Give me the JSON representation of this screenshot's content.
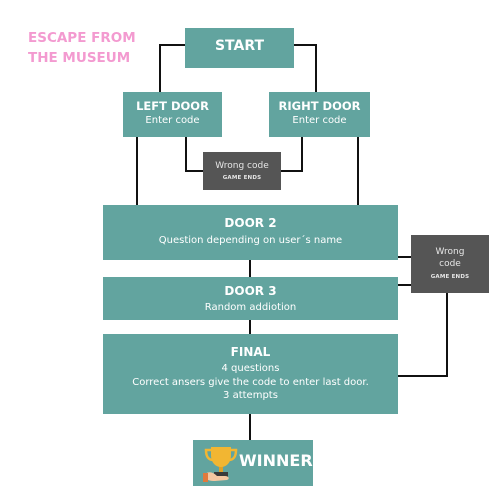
{
  "title": {
    "line1": "ESCAPE FROM",
    "line2": "THE MUSEUM"
  },
  "nodes": {
    "start": {
      "label": "START"
    },
    "left_door": {
      "label": "LEFT DOOR",
      "text": "Enter code"
    },
    "right_door": {
      "label": "RIGHT DOOR",
      "text": "Enter code"
    },
    "wrong_code_1": {
      "text": "Wrong code",
      "sub": "GAME ENDS"
    },
    "door2": {
      "label": "DOOR 2",
      "text": "Question depending on user´s name"
    },
    "wrong_code_2": {
      "text_line1": "Wrong",
      "text_line2": "code",
      "sub": "GAME ENDS"
    },
    "door3": {
      "label": "DOOR 3",
      "text": "Random addiotion"
    },
    "final": {
      "label": "FINAL",
      "line1": "4 questions",
      "line2": "Correct ansers give the code to enter last door.",
      "line3": "3 attempts"
    },
    "winner": {
      "label": "WINNER",
      "icon": "trophy-icon"
    }
  },
  "colors": {
    "title": "#f39ad0",
    "box": "#62a49f",
    "dark_box": "#555555",
    "line": "#111111"
  }
}
